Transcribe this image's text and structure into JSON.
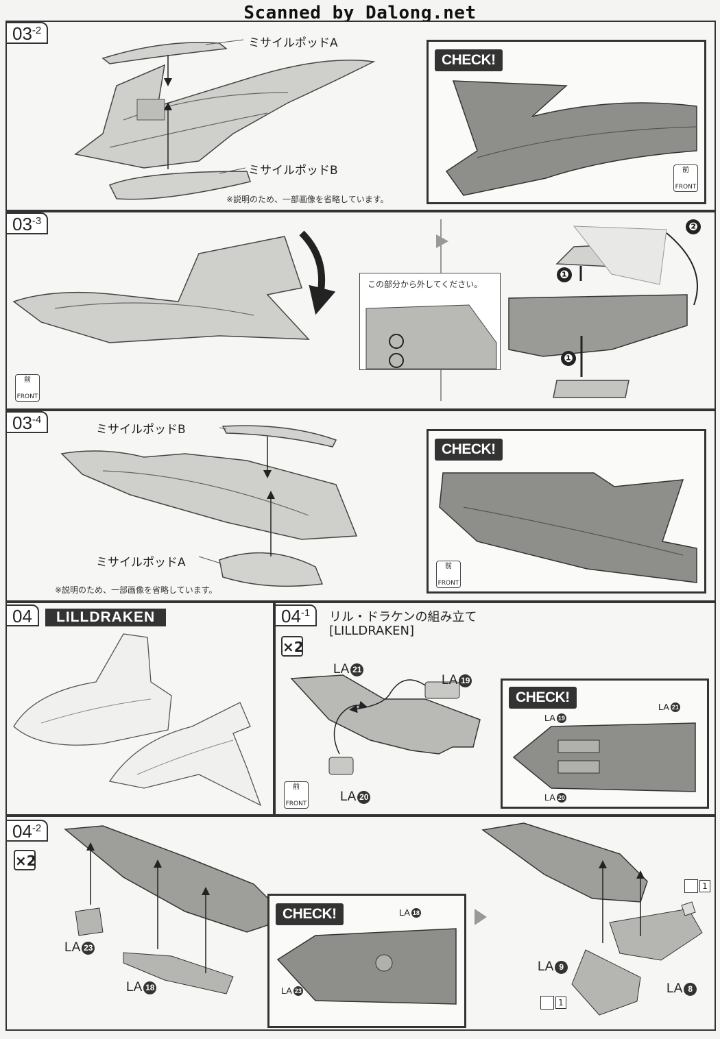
{
  "header": {
    "title": "Scanned by Dalong.net"
  },
  "front_icon": {
    "kanji": "前",
    "text": "FRONT"
  },
  "check_label": "CHECK!",
  "step_03_2": {
    "num": "03",
    "sub": "-2",
    "label_a": "ミサイルポッドA",
    "label_b": "ミサイルポッドB",
    "note": "※説明のため、一部画像を省略しています。"
  },
  "step_03_3": {
    "num": "03",
    "sub": "-3",
    "callout": "この部分から外してください。",
    "num1": "❶",
    "num2": "❷"
  },
  "step_03_4": {
    "num": "03",
    "sub": "-4",
    "label_b": "ミサイルポッドB",
    "label_a": "ミサイルポッドA",
    "note": "※説明のため、一部画像を省略しています。"
  },
  "step_04": {
    "num": "04",
    "title": "LILLDRAKEN"
  },
  "step_04_1": {
    "num": "04",
    "sub": "-1",
    "title_jp": "リル・ドラケンの組み立て",
    "title_en": "[LILLDRAKEN]",
    "multiplier": "×2",
    "parts": {
      "la21": {
        "name": "LA",
        "num": "21"
      },
      "la19": {
        "name": "LA",
        "num": "19"
      },
      "la20": {
        "name": "LA",
        "num": "20"
      }
    }
  },
  "step_04_2": {
    "num": "04",
    "sub": "-2",
    "multiplier": "×2",
    "parts": {
      "la23": {
        "name": "LA",
        "num": "23"
      },
      "la18": {
        "name": "LA",
        "num": "18"
      },
      "la9": {
        "name": "LA",
        "num": "9"
      },
      "la8": {
        "name": "LA",
        "num": "8"
      }
    },
    "seal_num": "1"
  }
}
